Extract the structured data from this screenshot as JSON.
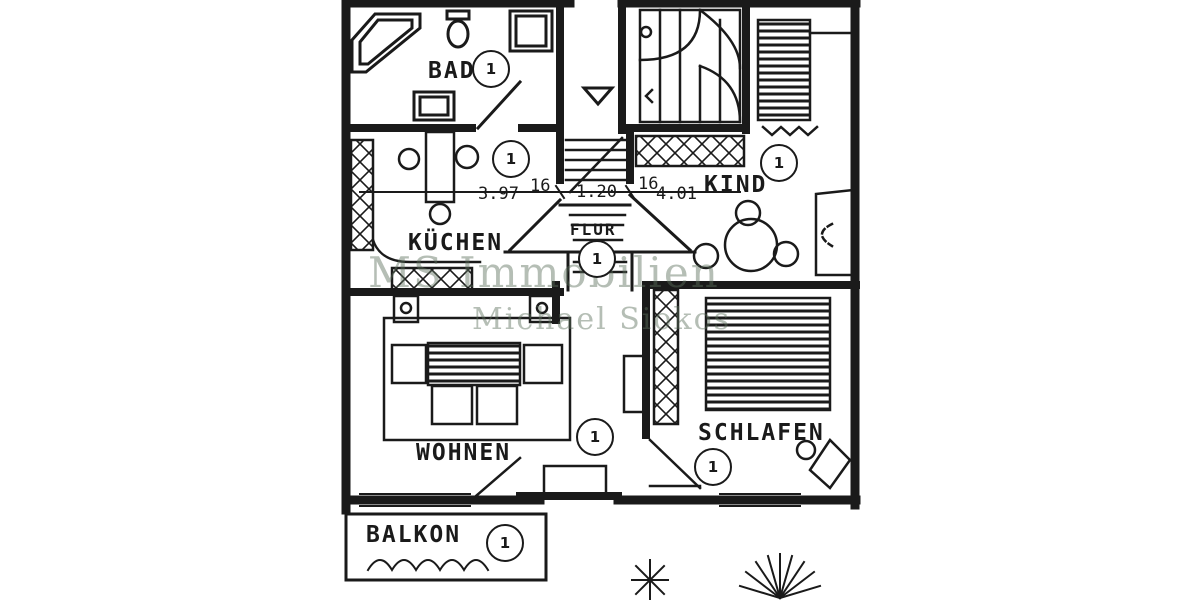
{
  "rooms": {
    "bad": "BAD",
    "kuechen": "KÜCHEN",
    "flur": "FLUR",
    "kind": "KIND",
    "wohnen": "WOHNEN",
    "schlafen": "SCHLAFEN",
    "balkon": "BALKON"
  },
  "dimensions": {
    "kuechen_width": "3.97",
    "wall_left": "16",
    "flur_width": "1.20",
    "wall_right": "16",
    "kind_width": "4.01"
  },
  "room_marker": "1",
  "watermark": {
    "line1": "MS Immobilien",
    "line2": "Michael Siokos"
  },
  "colors": {
    "ink": "#1a1a1a",
    "paper": "#ffffff",
    "watermark": "#6a8a6a"
  }
}
